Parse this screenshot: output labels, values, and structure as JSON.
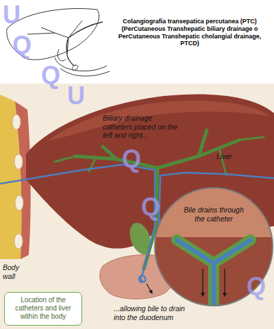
{
  "diagram": {
    "title": "Colangiografia transepatica percutanea (PTC) (PerCutaneous Transhepatic biliary drainage o PerCutaneous Transhepatic cholangial drainage, PTCD)",
    "nodes": [
      {
        "text": [
          "Bile drains through the catheter"
        ]
      },
      {
        "text": [
          "Location of the catheters and liver within the body"
        ]
      }
    ],
    "labels": [
      "Biliary drainage catheters placed on the left and right...",
      "Liver",
      "Body wall",
      "...allowing bile to drain into the duodenum",
      "U",
      "Q",
      "Q",
      "U",
      "Q",
      "Q",
      "Q"
    ]
  }
}
